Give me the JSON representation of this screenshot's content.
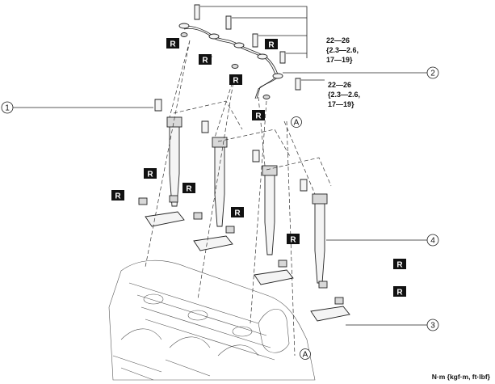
{
  "callouts": [
    {
      "number": "1"
    },
    {
      "number": "2"
    },
    {
      "number": "3"
    },
    {
      "number": "4"
    }
  ],
  "reference_marks": [
    "A",
    "A"
  ],
  "replace_tag": "R",
  "torque_specs": [
    {
      "line1": "22—26",
      "line2": "{2.3—2.6,",
      "line3": "17—19}"
    },
    {
      "line1": "22—26",
      "line2": "{2.3—2.6,",
      "line3": "17—19}"
    }
  ],
  "unit_note": "N·m {kgf·m, ft·lbf}"
}
